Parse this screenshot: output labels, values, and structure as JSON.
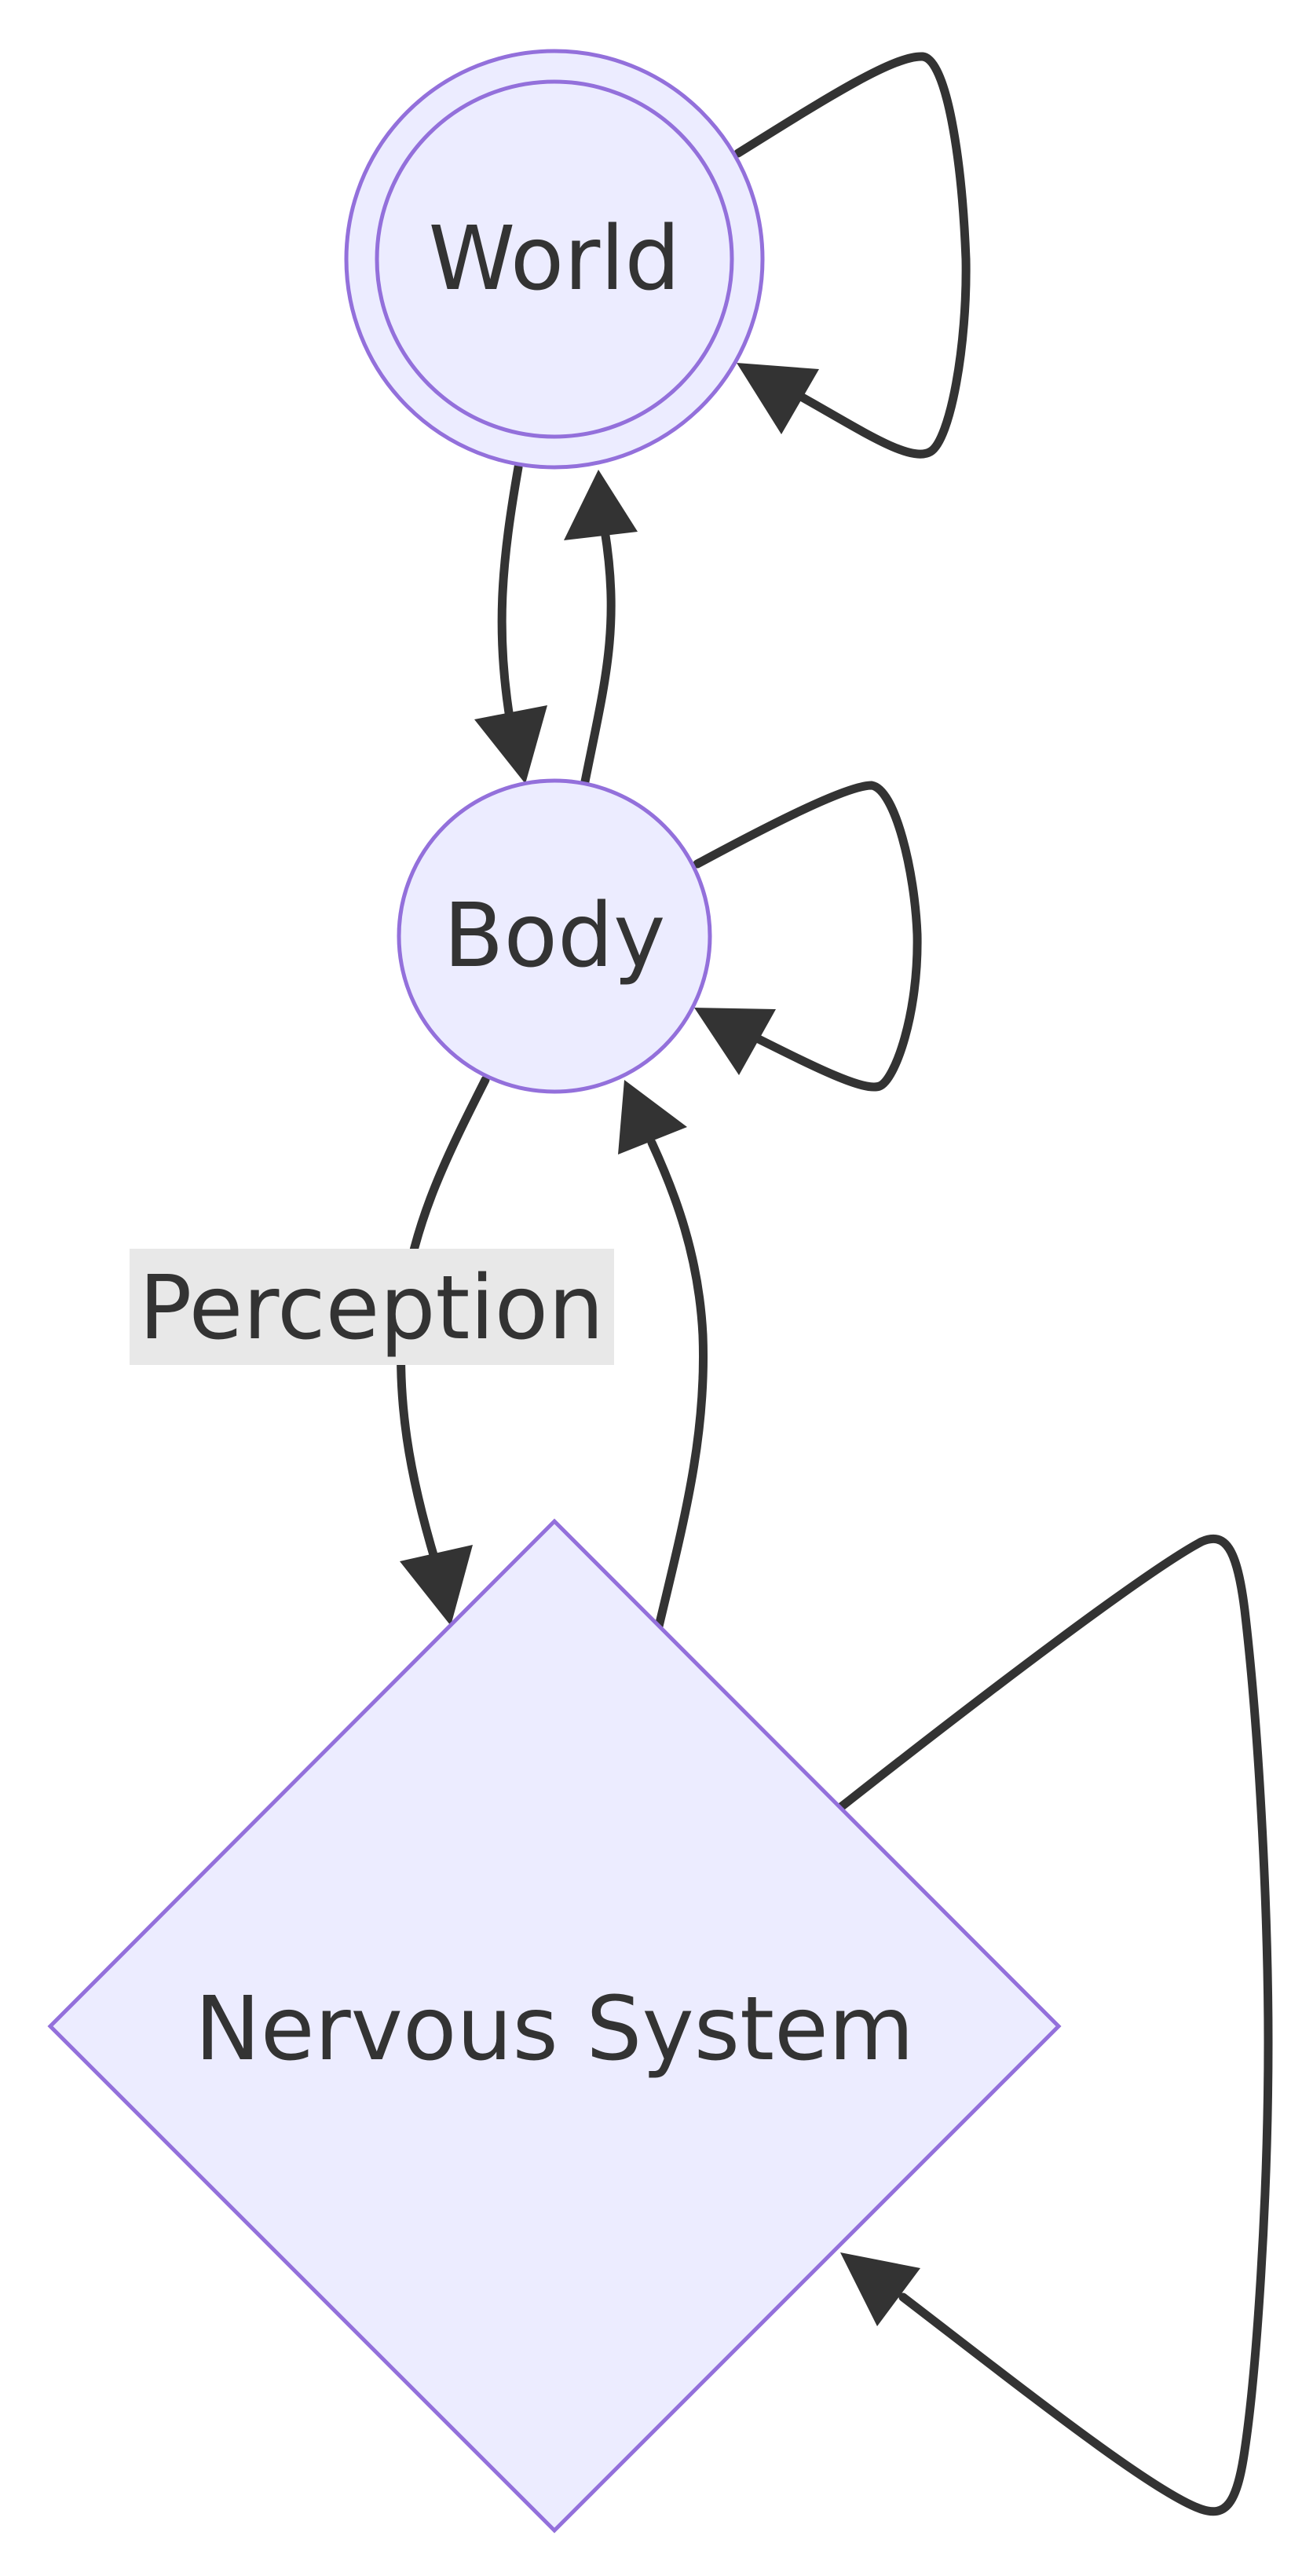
{
  "diagram": {
    "type": "flowchart",
    "colors": {
      "node_fill": "#ececff",
      "node_stroke": "#9370db",
      "edge": "#333333",
      "label_background": "#e8e8e8",
      "text": "#333333"
    },
    "nodes": [
      {
        "id": "world",
        "label": "World",
        "shape": "double-circle"
      },
      {
        "id": "body",
        "label": "Body",
        "shape": "circle"
      },
      {
        "id": "nervous",
        "label": "Nervous System",
        "shape": "diamond"
      }
    ],
    "edges": [
      {
        "from": "world",
        "to": "world",
        "label": ""
      },
      {
        "from": "world",
        "to": "body",
        "label": ""
      },
      {
        "from": "body",
        "to": "world",
        "label": ""
      },
      {
        "from": "body",
        "to": "body",
        "label": ""
      },
      {
        "from": "body",
        "to": "nervous",
        "label": "Perception"
      },
      {
        "from": "nervous",
        "to": "body",
        "label": ""
      },
      {
        "from": "nervous",
        "to": "nervous",
        "label": ""
      }
    ]
  }
}
